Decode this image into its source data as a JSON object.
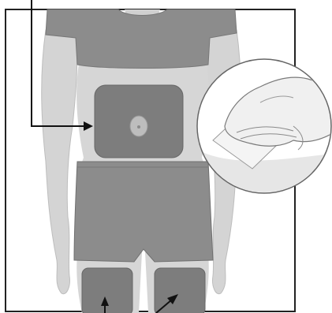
{
  "figure": {
    "subject": "injection-site-diagram",
    "sites": [
      {
        "name": "abdomen",
        "shape": "rounded-rectangle"
      },
      {
        "name": "left-thigh",
        "shape": "rounded-rectangle"
      },
      {
        "name": "right-thigh",
        "shape": "rounded-rectangle"
      }
    ],
    "inset": {
      "name": "hand-cleaning-skin-with-wipe"
    },
    "colors": {
      "skin": "#d6d6d6",
      "clothing": "#8c8c8c",
      "site": "#7d7d7d",
      "navel": "#bdbdbd",
      "outline": "#222222",
      "background": "#ffffff"
    }
  }
}
